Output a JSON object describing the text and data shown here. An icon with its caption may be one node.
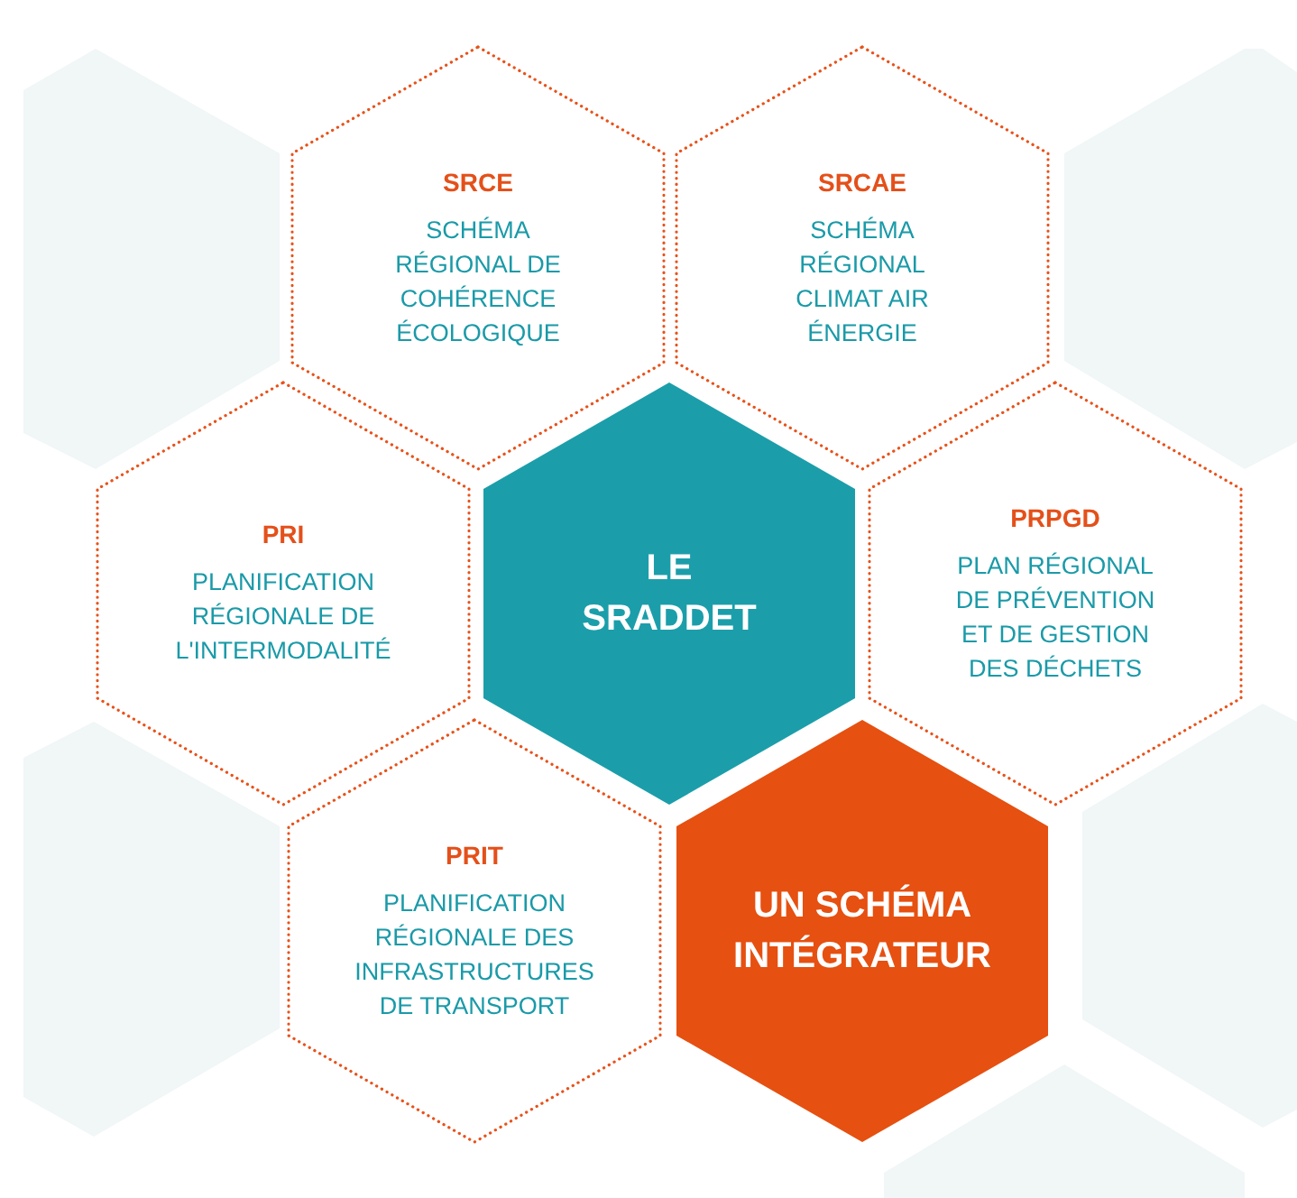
{
  "diagram": {
    "nodes": [
      {
        "text": [
          "SRCE",
          "SCHÉMA RÉGIONAL DE COHÉRENCE ÉCOLOGIQUE"
        ]
      },
      {
        "text": [
          "SRCAE",
          "SCHÉMA RÉGIONAL CLIMAT AIR ÉNERGIE"
        ]
      },
      {
        "text": [
          "PRI",
          "PLANIFICATION RÉGIONALE DE L'INTERMODALITÉ"
        ]
      },
      {
        "text": [
          "LE SRADDET"
        ]
      },
      {
        "text": [
          "PRPGD",
          "PLAN RÉGIONAL DE PRÉVENTION ET DE GESTION DES DÉCHETS"
        ]
      },
      {
        "text": [
          "PRIT",
          "PLANIFICATION RÉGIONALE DES INFRASTRUCTURES DE TRANSPORT"
        ]
      },
      {
        "text": [
          "UN SCHÉMA INTÉGRATEUR"
        ]
      }
    ]
  }
}
